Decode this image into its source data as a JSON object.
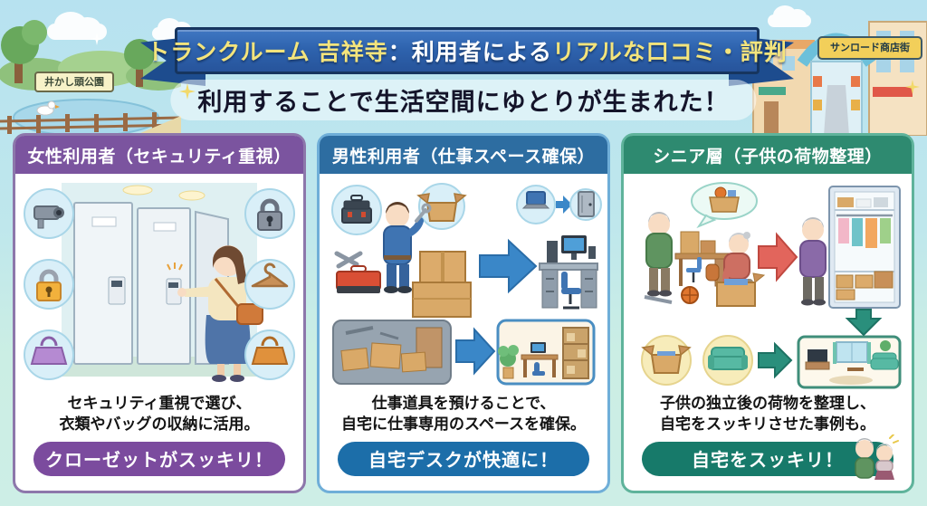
{
  "banner": {
    "title_part1": "トランクルーム 吉祥寺",
    "title_part2": "：利用者による",
    "title_part3": "リアルな口コミ・評判"
  },
  "subtitle": "利用することで生活空間にゆとりが生まれた！",
  "scene": {
    "park_sign": "井かし頭公園",
    "street_sign": "サンロード商店街"
  },
  "panels": [
    {
      "title": "女性利用者（セキュリティ重視）",
      "caption": [
        "セキュリティ重視で選び、",
        "衣類やバッグの収納に活用。"
      ],
      "badge": "クローゼットがスッキリ！",
      "icons": [
        "security-camera",
        "padlock-dark",
        "padlock-orange",
        "clothes-hanger",
        "handbag-purple",
        "handbag-orange"
      ],
      "illustration": "woman entering keypad code on storage locker doors"
    },
    {
      "title": "男性利用者（仕事スペース確保）",
      "caption": [
        "仕事道具を預けることで、",
        "自宅に仕事専用のスペースを確保。"
      ],
      "badge": "自宅デスクが快適に！",
      "icons": [
        "toolbox",
        "open-box",
        "laptop",
        "storage-locker",
        "arrow-right"
      ],
      "illustration": "worker with tools and boxes becoming tidy computer desk; messy room becoming clean home office"
    },
    {
      "title": "シニア層（子供の荷物整理）",
      "caption": [
        "子供の独立後の荷物を整理し、",
        "自宅をスッキリさせた事例も。"
      ],
      "badge": "自宅をスッキリ！",
      "icons": [
        "open-box",
        "sofa",
        "arrow-right-red",
        "arrow-down-teal"
      ],
      "illustration": "senior couple packing boxes, organized closet, tidy living room"
    }
  ],
  "colors": {
    "sky": "#b7e2f0",
    "mint": "#cdeee6",
    "ribbon_blue": "#2e63ae",
    "ribbon_dark": "#1d4c8e",
    "title_yellow": "#f4e47c",
    "panel_female": "#7b549f",
    "panel_male": "#2d6da1",
    "panel_senior": "#2e8a70",
    "badge_female": "#7b4b9e",
    "badge_male": "#1c6ea9",
    "badge_senior": "#177a6a"
  }
}
